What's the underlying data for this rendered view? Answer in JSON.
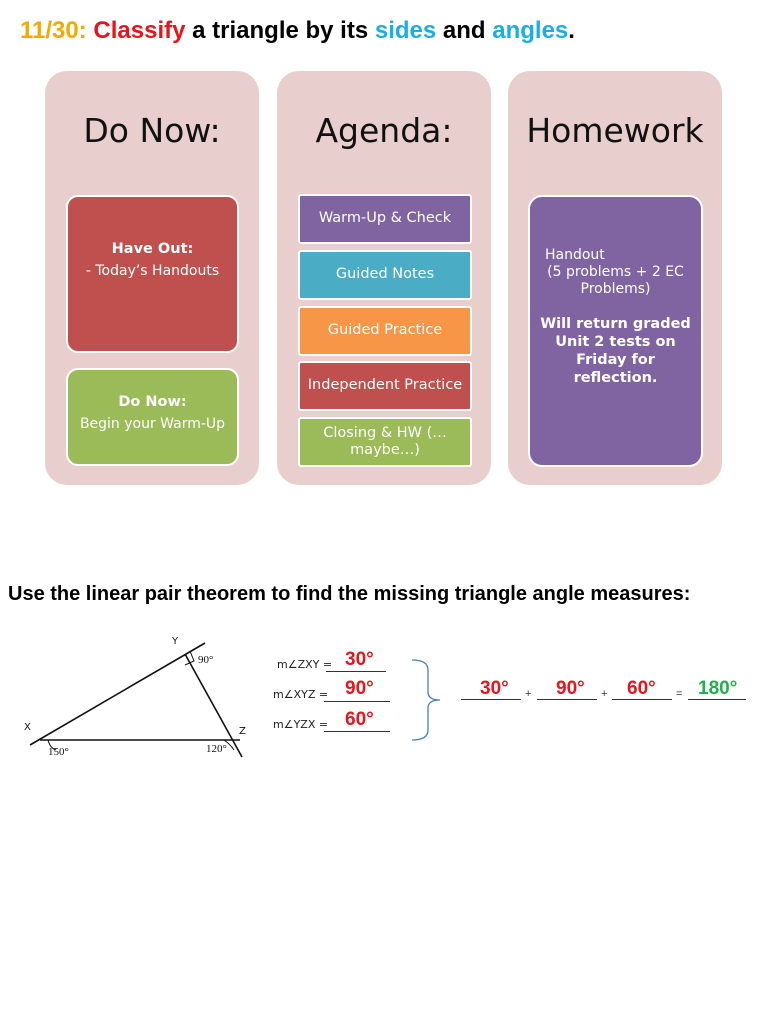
{
  "header": {
    "date": "11/30:",
    "word_classify": "Classify",
    "text_1": " a triangle by its ",
    "word_sides": "sides",
    "text_2": " and ",
    "word_angles": "angles",
    "text_3": "."
  },
  "columns": {
    "do_now": {
      "title": "Do Now:",
      "box1_title": "Have Out:",
      "box1_text": "- Today’s Handouts",
      "box2_title": "Do Now:",
      "box2_text": "Begin your Warm-Up"
    },
    "agenda": {
      "title": "Agenda:",
      "items": [
        "Warm-Up & Check",
        "Guided Notes",
        "Guided Practice",
        "Independent Practice",
        "Closing & HW (… maybe…)"
      ]
    },
    "homework": {
      "title": "Homework",
      "line1": "Handout",
      "line2": "(5 problems + 2 EC",
      "line3": "Problems)",
      "note": "Will return graded Unit 2 tests on Friday for reflection."
    }
  },
  "problem": {
    "prompt": "Use the linear pair theorem to find the missing triangle angle measures:",
    "triangle": {
      "vertex_x": "X",
      "vertex_y": "Y",
      "vertex_z": "Z",
      "angle_y": "90°",
      "exterior_x": "150°",
      "exterior_z": "120°"
    },
    "equations": [
      {
        "label": "m∠ZXY =",
        "answer": "30°"
      },
      {
        "label": "m∠XYZ =",
        "answer": "90°"
      },
      {
        "label": "m∠YZX =",
        "answer": "60°"
      }
    ],
    "sum": {
      "a": "30°",
      "b": "90°",
      "c": "60°",
      "plus": "+",
      "equals": "=",
      "total": "180°"
    }
  },
  "colors": {
    "date": "#f5a800",
    "red": "#e8141b",
    "blue": "#1aaee8",
    "green": "#1fb24a",
    "panel": "#e8cfcd",
    "do_now_red": "#c0504d",
    "do_now_green": "#9bbb59",
    "purple": "#8064a2",
    "teal": "#4bacc6",
    "orange": "#f79646"
  }
}
